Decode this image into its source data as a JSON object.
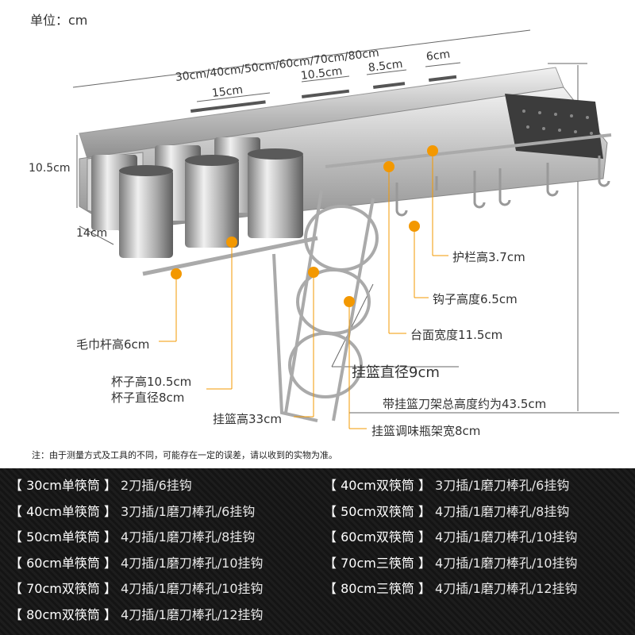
{
  "unit_label": "单位：cm",
  "dimensions": {
    "total_width": "30cm/40cm/50cm/60cm/70cm/80cm",
    "slot_15": "15cm",
    "slot_10_5": "10.5cm",
    "slot_8_5": "8.5cm",
    "slot_6": "6cm",
    "height_10_5": "10.5cm",
    "depth_14": "14cm"
  },
  "callouts": {
    "rail_height": "护栏高3.7cm",
    "hook_height": "钩子高度6.5cm",
    "deck_width": "台面宽度11.5cm",
    "towel_bar": "毛巾杆高6cm",
    "basket_diameter": "挂篮直径9cm",
    "cup_height": "杯子高10.5cm",
    "cup_diameter": "杯子直径8cm",
    "total_height": "带挂篮刀架总高度约为43.5cm",
    "basket_height": "挂篮高33cm",
    "bottle_rack_width": "挂篮调味瓶架宽8cm"
  },
  "note": "注：由于测量方式及工具的不同，可能存在一定的误差，请以收到的实物为准。",
  "specs_left": [
    {
      "size": "【 30cm单筷筒 】",
      "detail": "2刀插/6挂钩"
    },
    {
      "size": "【 40cm单筷筒 】",
      "detail": "3刀插/1磨刀棒孔/6挂钩"
    },
    {
      "size": "【 50cm单筷筒 】",
      "detail": "4刀插/1磨刀棒孔/8挂钩"
    },
    {
      "size": "【 60cm单筷筒 】",
      "detail": "4刀插/1磨刀棒孔/10挂钩"
    },
    {
      "size": "【 70cm双筷筒 】",
      "detail": "4刀插/1磨刀棒孔/10挂钩"
    },
    {
      "size": "【 80cm双筷筒 】",
      "detail": "4刀插/1磨刀棒孔/12挂钩"
    }
  ],
  "specs_right": [
    {
      "size": "【 40cm双筷筒 】",
      "detail": "3刀插/1磨刀棒孔/6挂钩"
    },
    {
      "size": "【 50cm双筷筒 】",
      "detail": "4刀插/1磨刀棒孔/8挂钩"
    },
    {
      "size": "【 60cm双筷筒 】",
      "detail": "4刀插/1磨刀棒孔/10挂钩"
    },
    {
      "size": "【 70cm三筷筒 】",
      "detail": "4刀插/1磨刀棒孔/10挂钩"
    },
    {
      "size": "【 80cm三筷筒 】",
      "detail": "4刀插/1磨刀棒孔/12挂钩"
    }
  ],
  "colors": {
    "accent": "#f39800",
    "dark_bg": "#1a1a1a",
    "steel": "#c8c8c8"
  }
}
